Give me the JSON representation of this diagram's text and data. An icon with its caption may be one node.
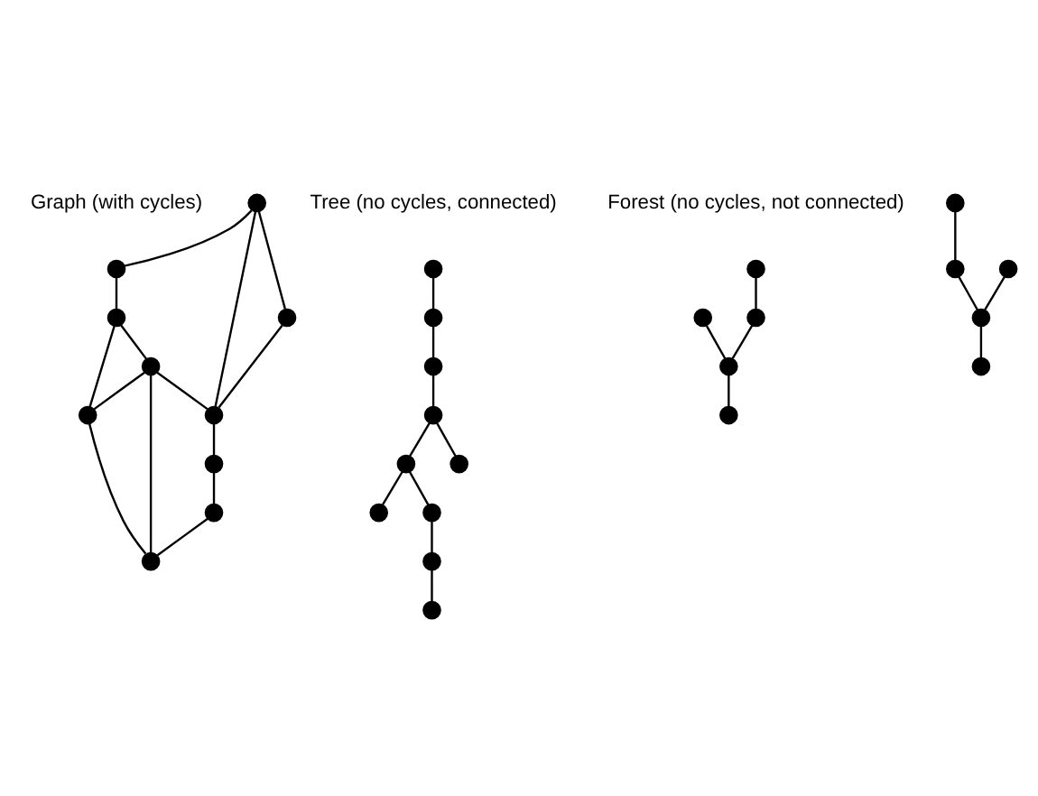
{
  "diagram": {
    "nodes": [
      {
        "text": [],
        "shape": "circle"
      },
      {
        "text": [],
        "shape": "circle"
      },
      {
        "text": [],
        "shape": "circle"
      },
      {
        "text": [],
        "shape": "circle"
      },
      {
        "text": [],
        "shape": "circle"
      },
      {
        "text": [],
        "shape": "circle"
      },
      {
        "text": [],
        "shape": "circle"
      },
      {
        "text": [],
        "shape": "circle"
      },
      {
        "text": [],
        "shape": "circle"
      },
      {
        "text": [],
        "shape": "circle"
      },
      {
        "text": [],
        "shape": "circle"
      },
      {
        "text": [],
        "shape": "circle"
      },
      {
        "text": [],
        "shape": "circle"
      },
      {
        "text": [],
        "shape": "circle"
      },
      {
        "text": [],
        "shape": "circle"
      },
      {
        "text": [],
        "shape": "circle"
      },
      {
        "text": [],
        "shape": "circle"
      },
      {
        "text": [],
        "shape": "circle"
      },
      {
        "text": [],
        "shape": "circle"
      },
      {
        "text": [],
        "shape": "circle"
      },
      {
        "text": [],
        "shape": "circle"
      },
      {
        "text": [],
        "shape": "circle"
      },
      {
        "text": [],
        "shape": "circle"
      },
      {
        "text": [],
        "shape": "circle"
      },
      {
        "text": [],
        "shape": "circle"
      },
      {
        "text": [],
        "shape": "circle"
      },
      {
        "text": [],
        "shape": "circle"
      },
      {
        "text": [],
        "shape": "circle"
      },
      {
        "text": [],
        "shape": "circle"
      },
      {
        "text": [],
        "shape": "circle"
      }
    ],
    "edges": [
      {
        "from": 4,
        "to": 0,
        "arrow": "none"
      },
      {
        "from": 0,
        "to": 1,
        "arrow": "none"
      },
      {
        "from": 1,
        "to": 3,
        "arrow": "none"
      },
      {
        "from": 1,
        "to": 2,
        "arrow": "none"
      },
      {
        "from": 3,
        "to": 2,
        "arrow": "none"
      },
      {
        "from": 2,
        "to": 7,
        "arrow": "none"
      },
      {
        "from": 3,
        "to": 7,
        "arrow": "none"
      },
      {
        "from": 3,
        "to": 6,
        "arrow": "none"
      },
      {
        "from": 4,
        "to": 5,
        "arrow": "none"
      },
      {
        "from": 4,
        "to": 6,
        "arrow": "none"
      },
      {
        "from": 5,
        "to": 6,
        "arrow": "none"
      },
      {
        "from": 6,
        "to": 8,
        "arrow": "none"
      },
      {
        "from": 8,
        "to": 9,
        "arrow": "none"
      },
      {
        "from": 9,
        "to": 7,
        "arrow": "none"
      },
      {
        "from": 10,
        "to": 14,
        "arrow": "none"
      },
      {
        "from": 14,
        "to": 15,
        "arrow": "none"
      },
      {
        "from": 15,
        "to": 17,
        "arrow": "none"
      },
      {
        "from": 17,
        "to": 13,
        "arrow": "none"
      },
      {
        "from": 13,
        "to": 11,
        "arrow": "none"
      },
      {
        "from": 13,
        "to": 12,
        "arrow": "none"
      },
      {
        "from": 12,
        "to": 16,
        "arrow": "none"
      },
      {
        "from": 16,
        "to": 19,
        "arrow": "none"
      },
      {
        "from": 17,
        "to": 18,
        "arrow": "none"
      },
      {
        "from": 20,
        "to": 21,
        "arrow": "none"
      },
      {
        "from": 21,
        "to": 23,
        "arrow": "none"
      },
      {
        "from": 22,
        "to": 23,
        "arrow": "none"
      },
      {
        "from": 23,
        "to": 24,
        "arrow": "none"
      },
      {
        "from": 25,
        "to": 26,
        "arrow": "none"
      },
      {
        "from": 26,
        "to": 28,
        "arrow": "none"
      },
      {
        "from": 27,
        "to": 28,
        "arrow": "none"
      },
      {
        "from": 28,
        "to": 29,
        "arrow": "none"
      }
    ],
    "labels": [
      "Graph (with cycles)",
      "Tree (no cycles, connected)",
      "Forest (no cycles, not connected)"
    ]
  }
}
